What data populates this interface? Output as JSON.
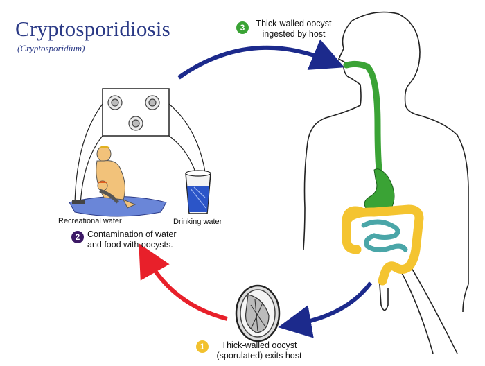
{
  "title": "Cryptosporidiosis",
  "subtitle": "(Cryptosporidium)",
  "steps": [
    {
      "number": "1",
      "line1": "Thick-walled oocyst",
      "line2": "(sporulated) exits host",
      "color": "#f2c12e"
    },
    {
      "number": "2",
      "line1": "Contamination of water",
      "line2": "and food with oocysts.",
      "color": "#3d1a66"
    },
    {
      "number": "3",
      "line1": "Thick-walled oocyst",
      "line2": "ingested by host",
      "color": "#3aa335"
    }
  ],
  "labels": {
    "recreational": "Recreational water",
    "drinking": "Drinking water"
  },
  "colors": {
    "arrow_blue": "#1c2a8c",
    "arrow_red": "#e8202a",
    "gut_green": "#3aa335",
    "colon_yellow": "#f4c430",
    "intestine_teal": "#4aa6a8",
    "title_blue": "#2b3a86"
  }
}
